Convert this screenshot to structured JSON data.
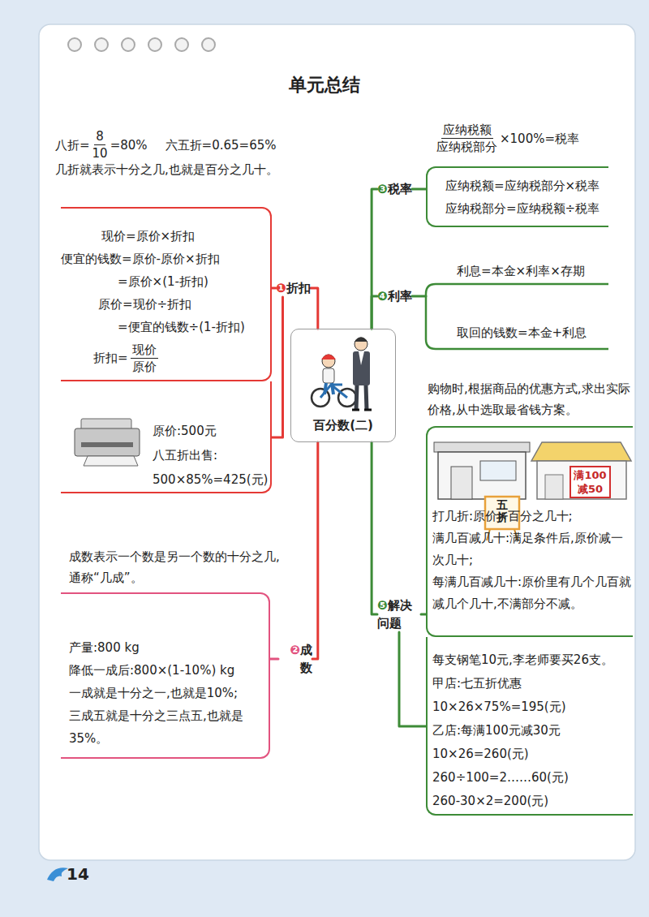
{
  "diagram": {
    "title": "单元总结",
    "nodes": [
      {
        "text": [
          "百分数(二)"
        ]
      },
      {
        "text": [
          "❶折扣"
        ]
      },
      {
        "text": [
          "现价=原价×折扣",
          "便宜的钱数=原价-原价×折扣",
          "=原价×(1-折扣)",
          "原价=现价÷折扣",
          "=便宜的钱数÷(1-折扣)",
          "折扣=",
          "现价",
          "原价"
        ]
      },
      {
        "text": [
          "原价:500元",
          "八五折出售:",
          "500×85%=425(元)"
        ]
      },
      {
        "text": [
          "❷成 数"
        ]
      },
      {
        "text": [
          "产量:800 kg",
          "降低一成后:800×(1-10%) kg",
          "一成就是十分之一,也就是10%;",
          "三成五就是十分之三点五,也就是35%。"
        ]
      },
      {
        "text": [
          "❸税率"
        ]
      },
      {
        "text": [
          "应纳税额=应纳税部分×税率",
          "应纳税部分=应纳税额÷税率"
        ]
      },
      {
        "text": [
          "❹利率"
        ]
      },
      {
        "text": [
          "利息=本金×利率×存期",
          "取回的钱数=本金+利息"
        ]
      },
      {
        "text": [
          "❺解决 问题"
        ]
      },
      {
        "text": [
          "打几折:原价×百分之几十;",
          "满几百减几十:满足条件后,原价减一次几十;",
          "每满几百减几十:原价里有几个几百就减几个几十,不满部分不减。"
        ]
      },
      {
        "text": [
          "每支钢笔10元,李老师要买26支。",
          "甲店:七五折优惠",
          "10×26×75%=195(元)",
          "乙店:每满100元减30元",
          "10×26=260(元)",
          "260÷100=2……60(元)",
          "260-30×2=200(元)"
        ]
      }
    ],
    "edges": [
      {
        "from": 0,
        "to": 1,
        "arrow": "none"
      },
      {
        "from": 1,
        "to": 2,
        "arrow": "none"
      },
      {
        "from": 1,
        "to": 3,
        "arrow": "none"
      },
      {
        "from": 0,
        "to": 4,
        "arrow": "none"
      },
      {
        "from": 4,
        "to": 5,
        "arrow": "none"
      },
      {
        "from": 0,
        "to": 6,
        "arrow": "none"
      },
      {
        "from": 6,
        "to": 7,
        "arrow": "none"
      },
      {
        "from": 0,
        "to": 8,
        "arrow": "none"
      },
      {
        "from": 8,
        "to": 9,
        "arrow": "none"
      },
      {
        "from": 0,
        "to": 10,
        "arrow": "none"
      },
      {
        "from": 10,
        "to": 11,
        "arrow": "none"
      },
      {
        "from": 10,
        "to": 12,
        "arrow": "none"
      }
    ],
    "labels": [
      "八折=",
      "8",
      "10",
      "=80%",
      "六五折=0.65=65%",
      "几折就表示十分之几,也就是百分之几十。",
      "成数表示一个数是另一个数的十分之几,通称“几成”。",
      "应纳税额",
      "应纳税部分",
      "×100%=税率",
      "购物时,根据商品的优惠方式,求出实际价格,从中选取最省钱方案。",
      "五折",
      "满100 减50",
      "14"
    ]
  }
}
